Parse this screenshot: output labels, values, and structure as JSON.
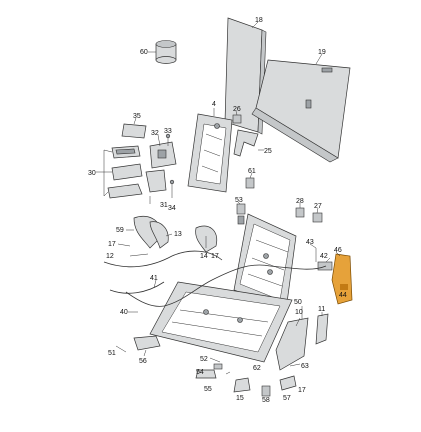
{
  "callouts": [
    {
      "id": "c18",
      "text": "18"
    },
    {
      "id": "c19",
      "text": "19"
    },
    {
      "id": "c60",
      "text": "60"
    },
    {
      "id": "c4",
      "text": "4"
    },
    {
      "id": "c26",
      "text": "26"
    },
    {
      "id": "c35",
      "text": "35"
    },
    {
      "id": "c32",
      "text": "32"
    },
    {
      "id": "c33",
      "text": "33"
    },
    {
      "id": "c25",
      "text": "25"
    },
    {
      "id": "c30",
      "text": "30"
    },
    {
      "id": "c31",
      "text": "31"
    },
    {
      "id": "c34",
      "text": "34"
    },
    {
      "id": "c61",
      "text": "61"
    },
    {
      "id": "c53",
      "text": "53"
    },
    {
      "id": "c28",
      "text": "28"
    },
    {
      "id": "c27",
      "text": "27"
    },
    {
      "id": "c59",
      "text": "59"
    },
    {
      "id": "c13",
      "text": "13"
    },
    {
      "id": "c17a",
      "text": "17"
    },
    {
      "id": "c12",
      "text": "12"
    },
    {
      "id": "c14",
      "text": "14"
    },
    {
      "id": "c17b",
      "text": "17"
    },
    {
      "id": "c43",
      "text": "43"
    },
    {
      "id": "c42",
      "text": "42"
    },
    {
      "id": "c46",
      "text": "46"
    },
    {
      "id": "c44",
      "text": "44"
    },
    {
      "id": "c41",
      "text": "41"
    },
    {
      "id": "c40",
      "text": "40"
    },
    {
      "id": "c51",
      "text": "51"
    },
    {
      "id": "c50",
      "text": "50"
    },
    {
      "id": "c10",
      "text": "10"
    },
    {
      "id": "c11",
      "text": "11"
    },
    {
      "id": "c56",
      "text": "56"
    },
    {
      "id": "c52",
      "text": "52"
    },
    {
      "id": "c54",
      "text": "54"
    },
    {
      "id": "c62",
      "text": "62"
    },
    {
      "id": "c55",
      "text": "55"
    },
    {
      "id": "c63",
      "text": "63"
    },
    {
      "id": "c58",
      "text": "58"
    },
    {
      "id": "c57",
      "text": "57"
    },
    {
      "id": "c15",
      "text": "15"
    },
    {
      "id": "c17c",
      "text": "17"
    }
  ],
  "colors": {
    "highlight": "#e6a23a",
    "part": "#d9dbdc",
    "outline": "#333333"
  }
}
